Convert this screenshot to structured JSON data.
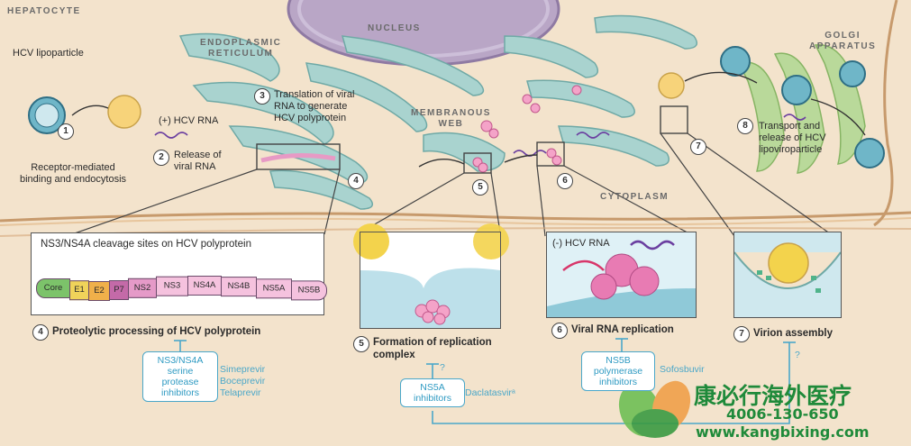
{
  "labels": {
    "hepatocyte": "HEPATOCYTE",
    "nucleus": "NUCLEUS",
    "er": "ENDOPLASMIC\nRETICULUM",
    "golgi": "GOLGI\nAPPARATUS",
    "membranous_web": "MEMBRANOUS\nWEB",
    "cytoplasm": "CYTOPLASM",
    "lipoparticle": "HCV lipoparticle",
    "hcv_rna": "(+) HCV RNA",
    "neg_rna": "(-) HCV RNA"
  },
  "steps": {
    "s1": {
      "num": "1",
      "text": "Receptor-mediated\nbinding and endocytosis"
    },
    "s2": {
      "num": "2",
      "text": "Release of\nviral RNA"
    },
    "s3": {
      "num": "3",
      "text": "Translation of viral\nRNA to generate\nHCV polyprotein"
    },
    "s4": {
      "num": "4"
    },
    "s5": {
      "num": "5"
    },
    "s6": {
      "num": "6"
    },
    "s7": {
      "num": "7"
    },
    "s8": {
      "num": "8",
      "text": "Transport and\nrelease of HCV\nlipoviroparticle"
    }
  },
  "panels": {
    "polyprotein": {
      "title": "NS3/NS4A cleavage sites on HCV polyprotein",
      "segments": [
        "Core",
        "E1",
        "E2",
        "P7",
        "NS2",
        "NS3",
        "NS4A",
        "NS4B",
        "NS5A",
        "NS5B"
      ],
      "segment_colors": [
        "#7cc36a",
        "#f0d35a",
        "#f0b04a",
        "#c46aa8",
        "#e59ac8",
        "#f5c2de",
        "#f5c2de",
        "#f5c2de",
        "#f5c2de",
        "#f5c2de"
      ],
      "caption": "Proteolytic processing of HCV polyprotein",
      "caption_num": "4"
    },
    "replication_complex": {
      "caption": "Formation of replication\ncomplex",
      "caption_num": "5"
    },
    "rna_replication": {
      "caption": "Viral RNA replication",
      "caption_num": "6"
    },
    "virion_assembly": {
      "caption": "Virion assembly",
      "caption_num": "7"
    }
  },
  "drugs": {
    "ns3": {
      "box": "NS3/NS4A\nserine\nprotease\ninhibitors",
      "names": "Simeprevir\nBoceprevir\nTelaprevir"
    },
    "ns5a": {
      "box": "NS5A\ninhibitors",
      "names": "Daclatasvirᵃ",
      "q": "?"
    },
    "ns5b": {
      "box": "NS5B\npolymerase\ninhibitors",
      "names": "Sofosbuvir"
    },
    "assembly_q": "?"
  },
  "watermark": {
    "cn": "康必行海外医疗",
    "phone": "4006-130-650",
    "url": "www.kangbixing.com"
  },
  "colors": {
    "cytoplasm": "#f3e3cc",
    "er": "#a9d3cf",
    "nucleus": "#b9a6c6",
    "golgi": "#b9d99a",
    "drug": "#4aa7c9",
    "watermark": "#1f8a3a"
  }
}
